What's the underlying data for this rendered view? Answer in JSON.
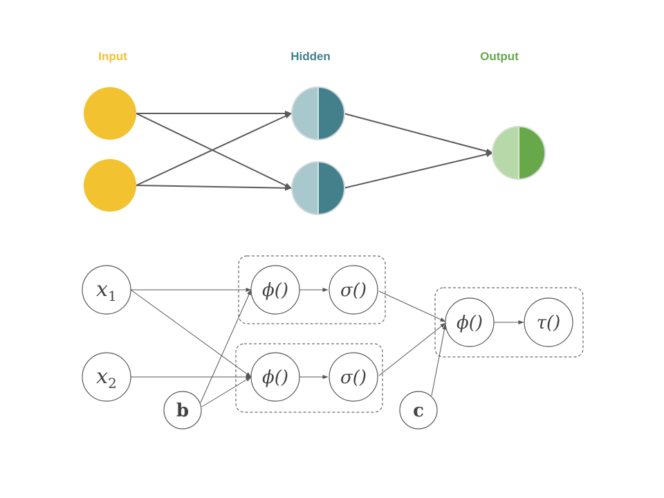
{
  "top_network": {
    "labels": {
      "input": "Input",
      "hidden": "Hidden",
      "output": "Output"
    },
    "colors": {
      "input": "#F2C230",
      "hidden_light": "#A8C8CE",
      "hidden_dark": "#43808C",
      "output_light": "#B7D9A9",
      "output_dark": "#67A84B",
      "edge": "#5A5A5A"
    }
  },
  "bottom_network": {
    "inputs": [
      {
        "var": "x",
        "sub": "1"
      },
      {
        "var": "x",
        "sub": "2"
      }
    ],
    "bias_hidden": "b",
    "bias_output": "c",
    "hidden_units": [
      {
        "phi": "ϕ()",
        "sigma": "σ()"
      },
      {
        "phi": "ϕ()",
        "sigma": "σ()"
      }
    ],
    "output_unit": {
      "phi": "ϕ()",
      "tau": "τ()"
    }
  }
}
